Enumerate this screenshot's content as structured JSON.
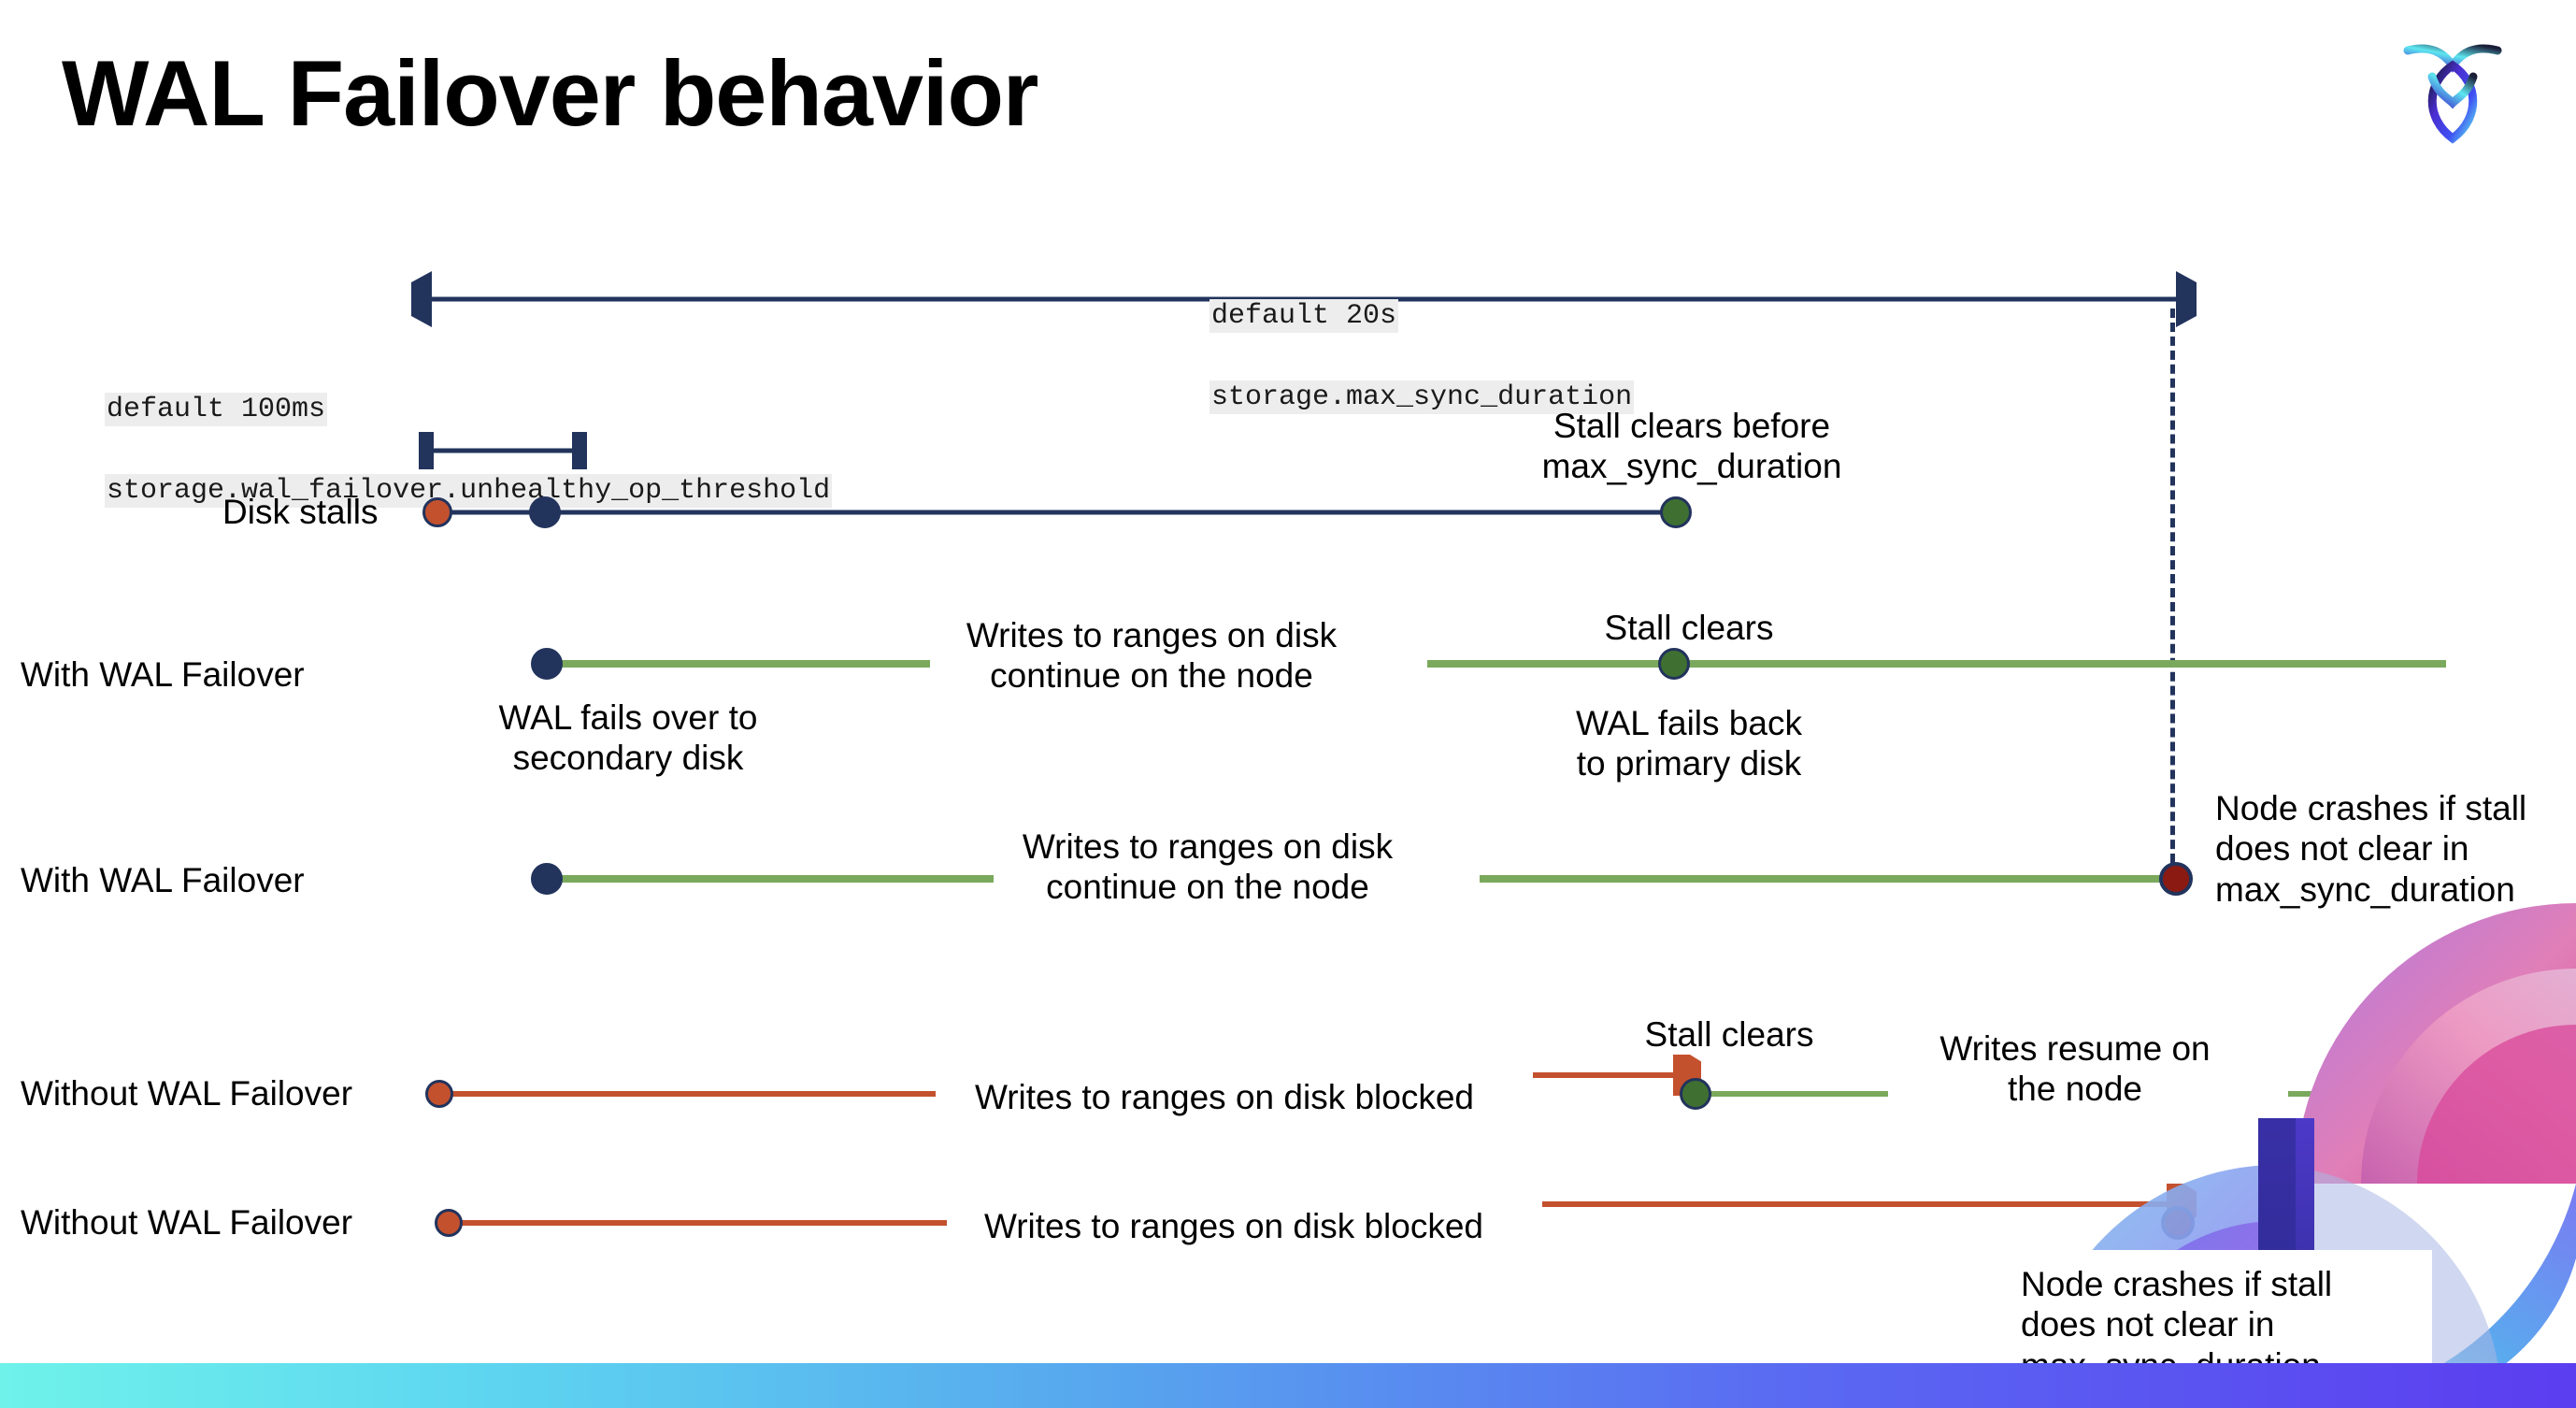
{
  "slide": {
    "title": "WAL Failover behavior",
    "logo_name": "cockroachdb-logo"
  },
  "annotations": {
    "max_sync": {
      "line1": "default 20s",
      "line2": "storage.max_sync_duration"
    },
    "unhealthy_op": {
      "line1": "default 100ms",
      "line2": "storage.wal_failover.unhealthy_op_threshold"
    }
  },
  "rows": [
    {
      "id": "disk-stalls",
      "label": "Disk stalls",
      "notes": [
        {
          "name": "stall-clears-before-note",
          "text": "Stall clears before\nmax_sync_duration"
        }
      ]
    },
    {
      "id": "with-wal-failover-recovers",
      "label": "With WAL Failover",
      "notes": [
        {
          "name": "writes-continue-note",
          "text": "Writes to ranges on disk\ncontinue on the node"
        },
        {
          "name": "wal-fails-over-note",
          "text": "WAL fails over to\nsecondary disk"
        },
        {
          "name": "stall-clears-note",
          "text": "Stall clears"
        },
        {
          "name": "wal-fails-back-note",
          "text": "WAL fails  back\nto primary disk"
        }
      ]
    },
    {
      "id": "with-wal-failover-crash",
      "label": "With WAL Failover",
      "notes": [
        {
          "name": "writes-continue-note",
          "text": "Writes to ranges on disk\ncontinue on the node"
        },
        {
          "name": "node-crashes-note",
          "text": "Node crashes if stall\ndoes not clear in\nmax_sync_duration"
        }
      ]
    },
    {
      "id": "without-wal-failover-recovers",
      "label": "Without WAL Failover",
      "notes": [
        {
          "name": "writes-blocked-note",
          "text": "Writes to ranges on disk  blocked"
        },
        {
          "name": "stall-clears-note",
          "text": "Stall clears"
        },
        {
          "name": "writes-resume-note",
          "text": "Writes resume on\nthe node"
        }
      ]
    },
    {
      "id": "without-wal-failover-crash",
      "label": "Without WAL Failover",
      "notes": [
        {
          "name": "writes-blocked-note",
          "text": "Writes to ranges on disk  blocked"
        },
        {
          "name": "node-crashes-note",
          "text": "Node crashes if stall\ndoes not clear in\nmax_sync_duration"
        }
      ]
    }
  ],
  "colors": {
    "navy": "#22335c",
    "green_line": "#7aa95c",
    "green_dot": "#3f7032",
    "orange": "#c4512e",
    "dark_red": "#8b1a12",
    "code_bg": "#ededed",
    "bar_start": "#6ff2ea",
    "bar_end": "#5b3df0"
  }
}
